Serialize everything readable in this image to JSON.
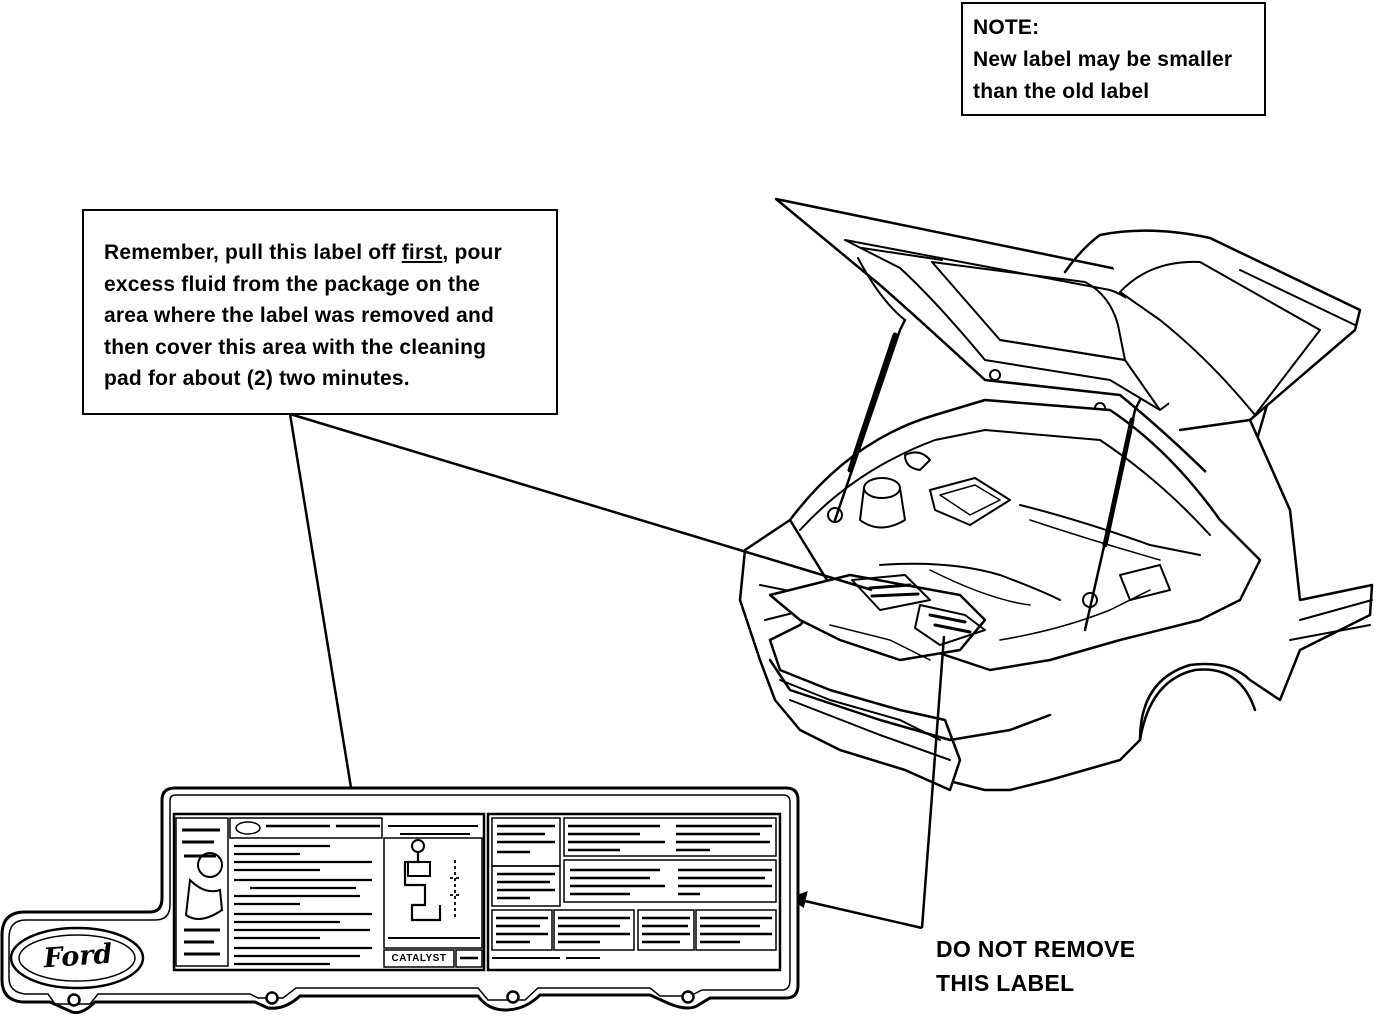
{
  "note": {
    "heading": "NOTE:",
    "line1": "New label may be smaller",
    "line2": "than the old label"
  },
  "instruction": {
    "line1_a": "Remember, pull this label off ",
    "line1_first": "first",
    "line1_b": ", pour",
    "line2": "excess fluid from the package on the",
    "line3": "area where the label was removed and",
    "line4": "then cover this area with the cleaning",
    "line5": "pad for about (2) two minutes."
  },
  "warning": {
    "line1": "DO NOT REMOVE",
    "line2": "THIS LABEL"
  },
  "label": {
    "brand": "Ford",
    "catalyst": "CATALYST"
  }
}
